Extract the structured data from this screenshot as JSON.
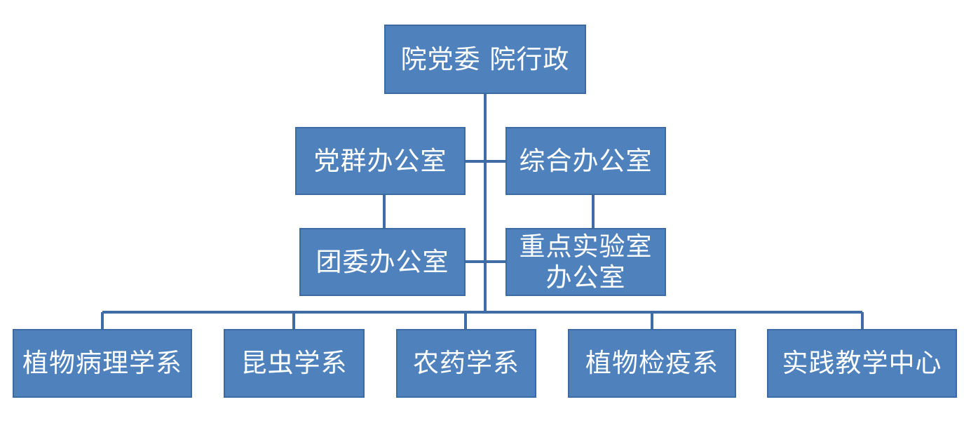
{
  "top": {
    "label": "院党委  院行政"
  },
  "left_offices": [
    {
      "label": "党群办公室"
    },
    {
      "label": "团委办公室"
    }
  ],
  "right_offices": [
    {
      "label": "综合办公室"
    },
    {
      "label": "重点实验室\n办公室"
    }
  ],
  "departments": [
    {
      "label": "植物病理学系"
    },
    {
      "label": "昆虫学系"
    },
    {
      "label": "农药学系"
    },
    {
      "label": "植物检疫系"
    },
    {
      "label": "实践教学中心"
    }
  ],
  "colors": {
    "box_fill": "#4f81bd",
    "box_border": "#3c6aa3",
    "connector": "#3f6ca6",
    "text": "#ffffff"
  }
}
